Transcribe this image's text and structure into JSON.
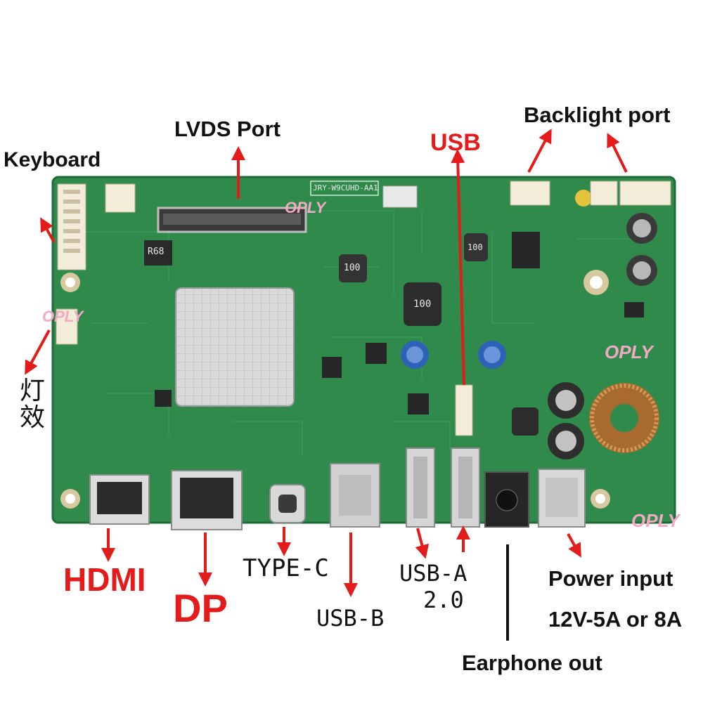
{
  "labels": {
    "keyboard": "Keyboard",
    "lvds_port": "LVDS Port",
    "usb": "USB",
    "backlight_port": "Backlight port",
    "led_effect": "灯效",
    "hdmi": "HDMI",
    "dp": "DP",
    "type_c": "TYPE-C",
    "usb_b": "USB-B",
    "usb_a": "USB-A",
    "usb_a_version": "2.0",
    "power_input": "Power input",
    "power_spec": "12V-5A or 8A",
    "earphone_out": "Earphone out"
  },
  "board": {
    "model": "JRY-W9CUHD-AA1",
    "inductor_1": "100",
    "inductor_2": "100",
    "inductor_3": "100",
    "resistor": "R68"
  },
  "watermark": "OPLY",
  "colors": {
    "pcb_green": "#2f8a4c",
    "label_red": "#e41b1b",
    "arrow_red": "#e41b1b"
  }
}
